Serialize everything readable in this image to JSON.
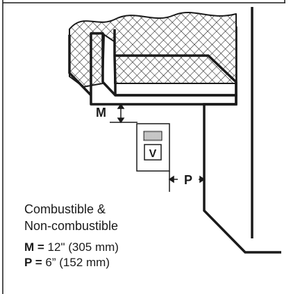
{
  "dimensions": {
    "m_label": "M",
    "p_label": "P"
  },
  "unit_label": "V",
  "notes": {
    "line1": "Combustible &",
    "line2": "Non-combustible",
    "m_key": "M =",
    "m_value": " 12\" (305 mm)",
    "p_key": "P =",
    "p_value": " 6” (152 mm)"
  },
  "colors": {
    "line": "#1a1a1a",
    "background": "#ffffff"
  }
}
